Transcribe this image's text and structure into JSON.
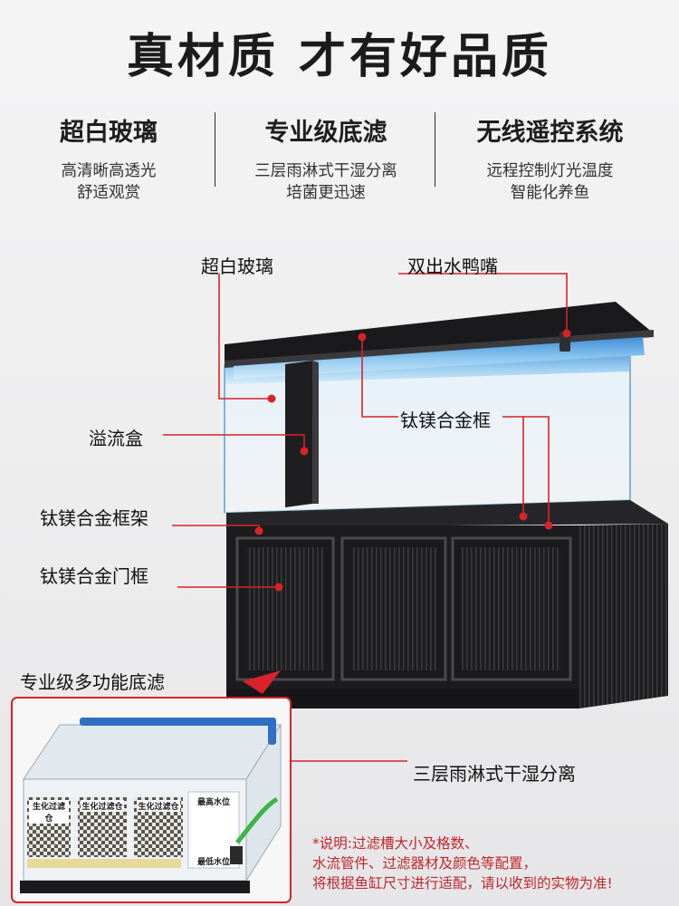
{
  "title": "真材质 才有好品质",
  "features": [
    {
      "title": "超白玻璃",
      "lines": [
        "高清晰高透光",
        "舒适观赏"
      ]
    },
    {
      "title": "专业级底滤",
      "lines": [
        "三层雨淋式干湿分离",
        "培菌更迅速"
      ]
    },
    {
      "title": "无线遥控系统",
      "lines": [
        "远程控制灯光温度",
        "智能化养鱼"
      ]
    }
  ],
  "labels": {
    "glass": "超白玻璃",
    "spout": "双出水鸭嘴",
    "overflow": "溢流盒",
    "alloy_frame": "钛镁合金框",
    "alloy_stand": "钛镁合金框架",
    "alloy_door": "钛镁合金门框",
    "bottom_filter": "专业级多功能底滤",
    "rain": "三层雨淋式干湿分离"
  },
  "filter_box_labels": [
    "生化过滤仓",
    "生化过滤仓",
    "生化过滤仓"
  ],
  "water_level": {
    "high": "最高水位",
    "low": "最低水位"
  },
  "note_lines": [
    "*说明:过滤槽大小及格数、",
    "水流管件、过滤器材及颜色等配置，",
    "将根据鱼缸尺寸进行适配，请以收到的实物为准!"
  ],
  "colors": {
    "accent": "#d8232a",
    "frame": "#1b1b1d",
    "water": "#5fa9e0"
  }
}
